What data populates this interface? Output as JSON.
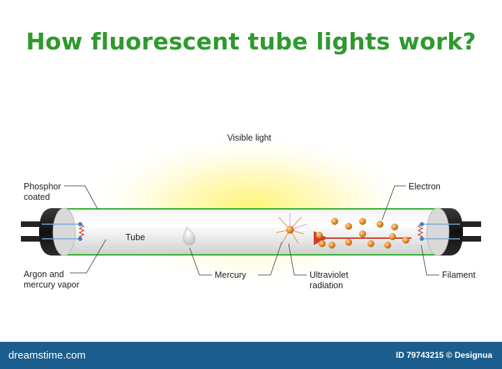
{
  "title": "How fluorescent tube lights work?",
  "labels": {
    "visible_light": "Visible light",
    "phosphor": "Phosphor\ncoated",
    "tube": "Tube",
    "argon": "Argon and\nmercury vapor",
    "mercury": "Mercury",
    "uv": "Ultraviolet\nradiation",
    "electron": "Electron",
    "filament": "Filament"
  },
  "footer": {
    "logo": "dreamstime.com",
    "id": "ID 79743215 © Designua"
  },
  "colors": {
    "title": "#2e9a2e",
    "footer": "#1b5d8c",
    "glow": "#fff38a",
    "electron": "#e0882c",
    "arrow": "#d23a2a",
    "phosphor_line": "#2cb02c"
  }
}
